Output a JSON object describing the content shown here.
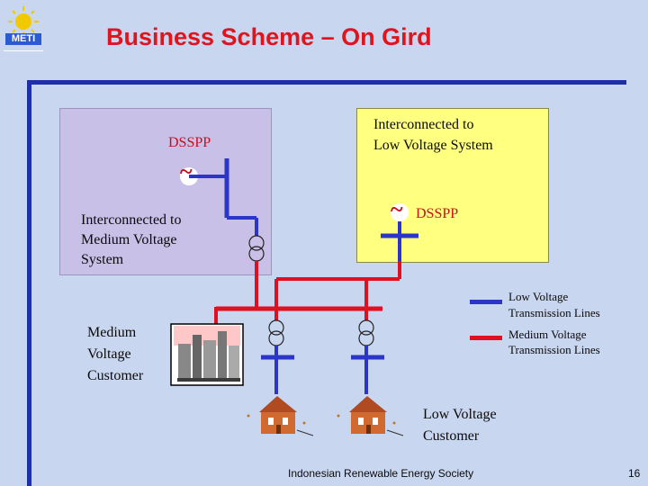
{
  "header": {
    "title": "Business Scheme – On Gird",
    "logo_text": "METI"
  },
  "diagram": {
    "mv_box": {
      "plant_label": "DSSPP",
      "generator_symbol": "~",
      "interconnect_lines": [
        "Interconnected to",
        "Medium Voltage",
        "System"
      ]
    },
    "lv_box": {
      "interconnect_lines": [
        "Interconnected to",
        "Low Voltage System"
      ],
      "generator_symbol": "~",
      "plant_label": "DSSPP"
    },
    "mv_customer_lines": [
      "Medium",
      "Voltage",
      "Customer"
    ],
    "lv_customer_lines": [
      "Low Voltage",
      "Customer"
    ],
    "legend": [
      {
        "lines": [
          "Low Voltage",
          "Transmission Lines"
        ],
        "color": "#2b36c8"
      },
      {
        "lines": [
          "Medium Voltage",
          "Transmission Lines"
        ],
        "color": "#e01020"
      }
    ]
  },
  "footer": {
    "source": "Indonesian Renewable Energy Society",
    "page_number": "16"
  },
  "colors": {
    "title": "#e0141c",
    "low_voltage_line": "#2b36c8",
    "medium_voltage_line": "#e01020",
    "mv_box_fill": "#c8c0e6",
    "lv_box_fill": "#ffff80",
    "frame": "#1f2fa8"
  }
}
